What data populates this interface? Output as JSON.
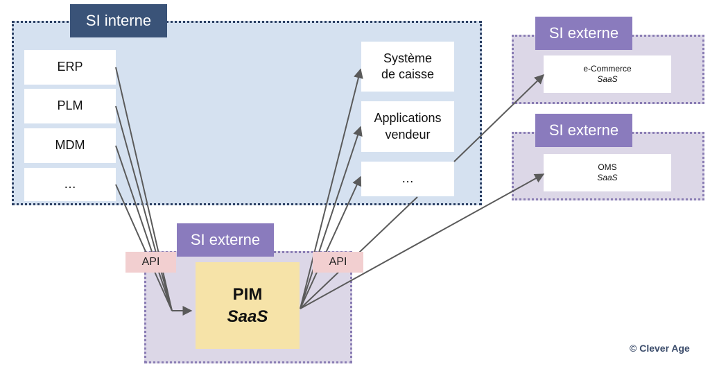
{
  "zones": {
    "internal": {
      "label": "SI interne"
    },
    "ecommerce_zone": {
      "label": "SI externe"
    },
    "oms_zone": {
      "label": "SI externe"
    },
    "pim_zone": {
      "label": "SI externe"
    }
  },
  "internal_systems": {
    "left": [
      "ERP",
      "PLM",
      "MDM",
      "…"
    ],
    "right": [
      {
        "line1": "Système",
        "line2": "de caisse"
      },
      {
        "line1": "Applications",
        "line2": "vendeur"
      },
      {
        "line1": "…",
        "line2": ""
      }
    ]
  },
  "external_systems": {
    "ecommerce": {
      "name": "e-Commerce",
      "type": "SaaS"
    },
    "oms": {
      "name": "OMS",
      "type": "SaaS"
    }
  },
  "pim": {
    "name": "PIM",
    "type": "SaaS"
  },
  "api_badges": {
    "inbound": "API",
    "outbound": "API"
  },
  "copyright": "© Clever Age",
  "colors": {
    "internal_zone": "#d5e1f0",
    "internal_tag": "#3a5378",
    "external_zone": "#dcd7e7",
    "external_tag": "#8a7bbd",
    "api_badge": "#f2cfd0",
    "pim_box": "#f6e3a8",
    "arrow": "#5a5a5a"
  }
}
